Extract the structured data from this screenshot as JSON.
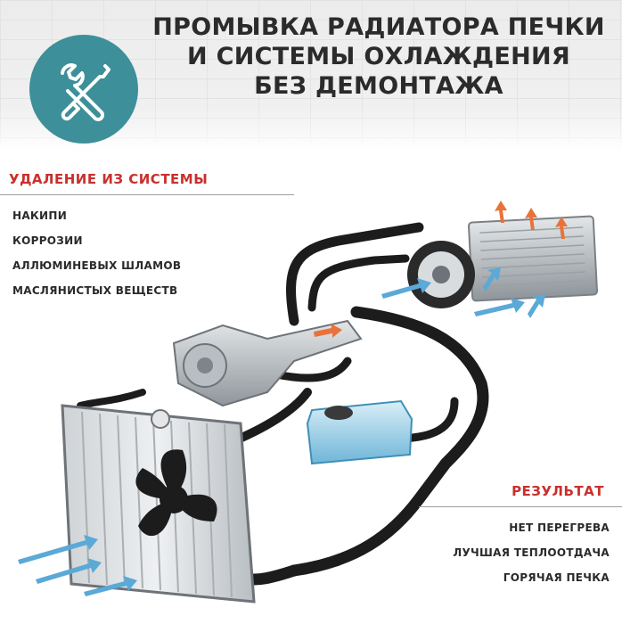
{
  "header": {
    "title_lines": [
      "ПРОМЫВКА РАДИАТОРА ПЕЧКИ",
      "И СИСТЕМЫ ОХЛАЖДЕНИЯ",
      "БЕЗ ДЕМОНТАЖА"
    ],
    "badge_icon": "wrench-screwdriver-icon"
  },
  "removal": {
    "heading": "УДАЛЕНИЕ ИЗ СИСТЕМЫ",
    "items": [
      "НАКИПИ",
      "КОРРОЗИИ",
      "АЛЛЮМИНЕВЫХ ШЛАМОВ",
      "МАСЛЯНИСТЫХ ВЕЩЕСТВ"
    ]
  },
  "result": {
    "heading": "РЕЗУЛЬТАТ",
    "items": [
      "НЕТ ПЕРЕГРЕВА",
      "ЛУЧШАЯ ТЕПЛООТДАЧА",
      "ГОРЯЧАЯ ПЕЧКА"
    ]
  },
  "colors": {
    "accent_red": "#c9302c",
    "badge_teal": "#3d8f9a",
    "title_text": "#2b2b2b",
    "hose": "#1c1c1c",
    "coolant_blue": "#5aa9d6",
    "hot_orange": "#e8733a"
  }
}
